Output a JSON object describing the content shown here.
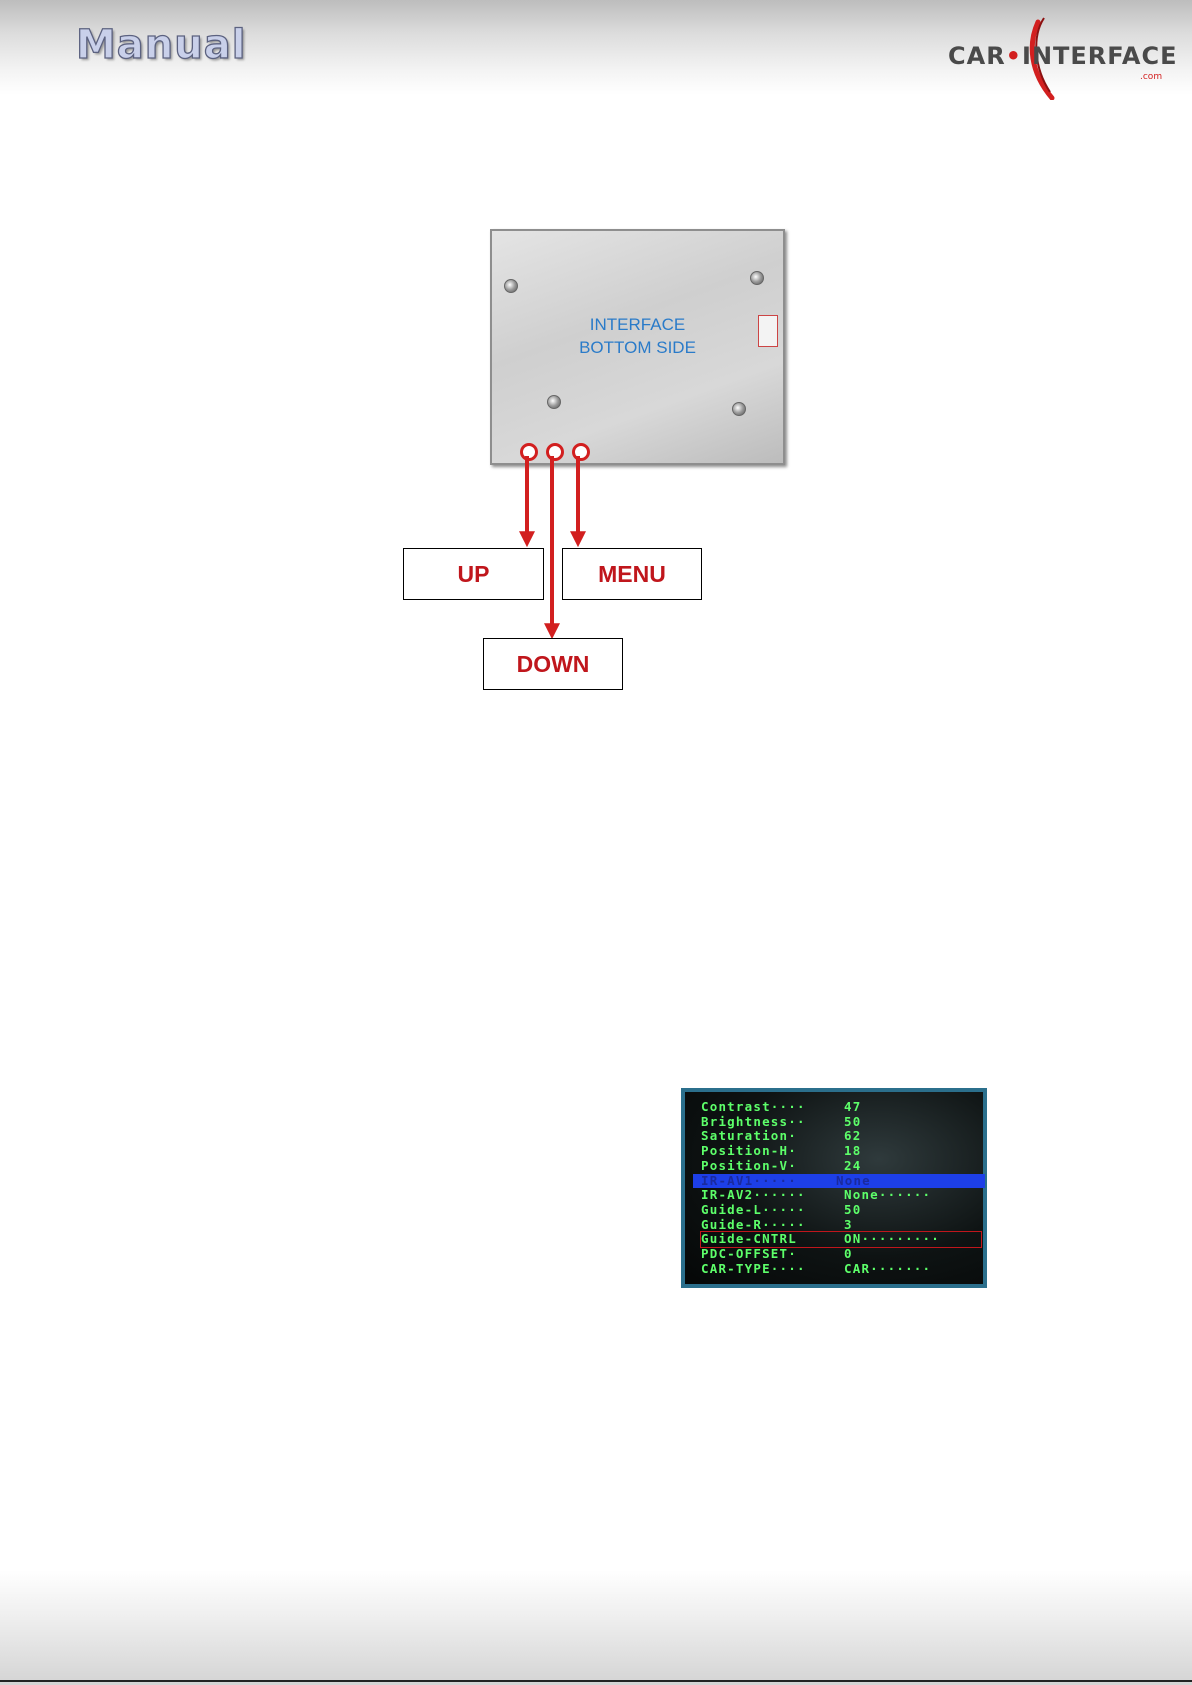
{
  "header": {
    "title": "Manual",
    "logo": {
      "brand_left": "CAR",
      "brand_right": "INTERFACE",
      "suffix": ".com"
    }
  },
  "device": {
    "label_line1": "INTERFACE",
    "label_line2": "BOTTOM SIDE"
  },
  "buttons": {
    "up": "UP",
    "menu": "MENU",
    "down": "DOWN"
  },
  "osd": {
    "rows": [
      {
        "label": "Contrast····",
        "value": "47"
      },
      {
        "label": "Brightness··",
        "value": "50"
      },
      {
        "label": "Saturation·",
        "value": "62"
      },
      {
        "label": "Position-H·",
        "value": "18"
      },
      {
        "label": "Position-V·",
        "value": "24"
      },
      {
        "label": "IR-AV1·····",
        "value": "None"
      },
      {
        "label": "IR-AV2······",
        "value": "None······"
      },
      {
        "label": "Guide-L·····",
        "value": "50"
      },
      {
        "label": "Guide-R·····",
        "value": "3"
      },
      {
        "label": "Guide-CNTRL",
        "value": "ON·········"
      },
      {
        "label": "PDC-OFFSET·",
        "value": "0"
      },
      {
        "label": "CAR-TYPE····",
        "value": "CAR·······"
      }
    ],
    "selected_index": 5,
    "boxed_index": 9
  },
  "colors": {
    "accent_red": "#d21f1f",
    "label_blue": "#2a7bc9",
    "osd_green": "#5dff6a",
    "osd_highlight": "#1d3fe8"
  }
}
